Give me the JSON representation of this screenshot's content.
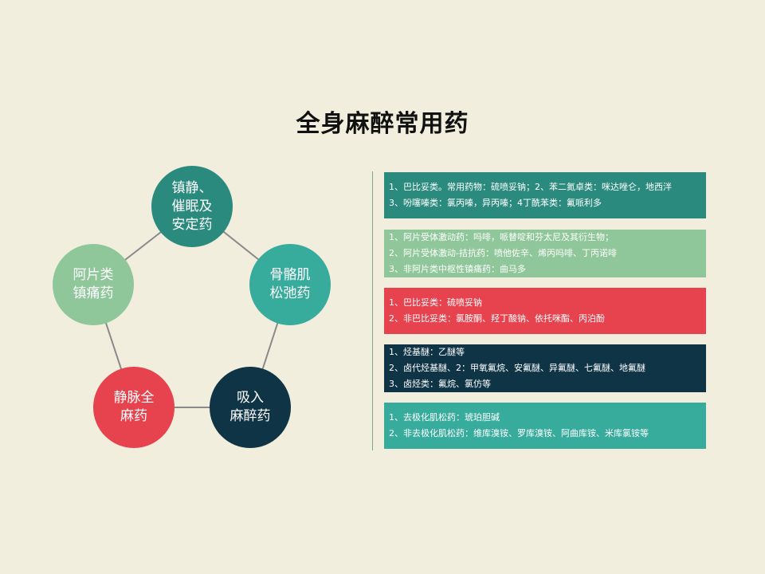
{
  "title": "全身麻醉常用药",
  "colors": {
    "background": "#f1eedd",
    "teal_dark": "#2b8a7e",
    "green_light": "#8fc79a",
    "red": "#e6434f",
    "navy": "#0e3446",
    "teal": "#37ab9c",
    "connector": "#8a8a8a"
  },
  "nodes": [
    {
      "label": "镇静、\n催眠及\n安定药",
      "color": "#2b8a7e"
    },
    {
      "label": "骨骼肌\n松弛药",
      "color": "#37ab9c"
    },
    {
      "label": "吸入\n麻醉药",
      "color": "#0e3446"
    },
    {
      "label": "静脉全\n麻药",
      "color": "#e6434f"
    },
    {
      "label": "阿片类\n镇痛药",
      "color": "#8fc79a"
    }
  ],
  "boxes": [
    {
      "color": "#2b8a7e",
      "lines": [
        "1、巴比妥类。常用药物：硫喷妥钠；2、苯二氮卓类：咪达唑仑，地西泮",
        "3、吩噻嗪类：氯丙嗪，异丙嗪；4丁酰苯类：氟哌利多"
      ]
    },
    {
      "color": "#8fc79a",
      "lines": [
        "1、阿片受体激动药：吗啡，哌替啶和芬太尼及其衍生物；",
        "2、阿片受体激动-拮抗药：喷他佐辛、烯丙吗啡、丁丙诺啡",
        "3、非阿片类中枢性镇痛药：曲马多"
      ]
    },
    {
      "color": "#e6434f",
      "lines": [
        "1、巴比妥类：硫喷妥钠",
        "2、非巴比妥类：氯胺酮、羟丁酸钠、依托咪酯、丙泊酚"
      ]
    },
    {
      "color": "#0e3446",
      "lines": [
        "1、烃基醚：乙醚等",
        "2、卤代烃基醚、2：甲氧氟烷、安氟醚、异氟醚、七氟醚、地氟醚",
        "3、卤烃类：氟烷、氯仿等"
      ]
    },
    {
      "color": "#37ab9c",
      "lines": [
        "1、去极化肌松药：琥珀胆碱",
        "2、非去极化肌松药：维库溴铵、罗库溴铵、阿曲库铵、米库氯铵等"
      ]
    }
  ]
}
